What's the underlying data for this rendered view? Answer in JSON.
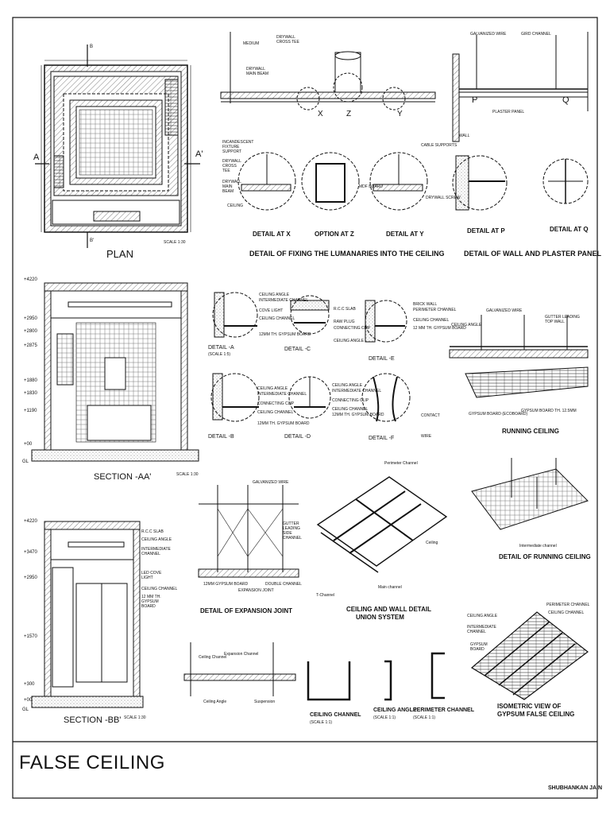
{
  "title_block": {
    "title": "FALSE CEILING",
    "author": "SHUBHANKAN JAIN"
  },
  "plan": {
    "title": "PLAN",
    "scale": "SCALE 1:30",
    "section_a": "A",
    "section_a_prime": "A'",
    "section_b": "B",
    "section_b_prime": "B'"
  },
  "fixing_detail": {
    "labels": {
      "medium": "MEDIUM",
      "drywall_cross_tee": "DRYWALL CROSS TEE",
      "drywall_main_beam": "DRYWALL MAIN BEAM",
      "marker_x": "X",
      "marker_z": "Z",
      "marker_y": "Y",
      "incandescent": "INCANDESCENT FIXTURE SUPPORT",
      "drywall_cross_tee_small": "DRYWALL CROSS TEE",
      "drywall_main_beam_small": "DRYWALL MAIN BEAM",
      "ceiling": "CEILING",
      "cable_supports": "CABLE SUPPORTS",
      "mdf_board": "MDF BOARD",
      "drywall_screw": "DRYWALL SCREW"
    },
    "detail_x": "DETAIL AT X",
    "option_z": "OPTION AT Z",
    "detail_y": "DETAIL AT Y",
    "caption": "DETAIL OF FIXING THE LUMANARIES INTO THE CEILING"
  },
  "wall_panel": {
    "labels": {
      "galvanized_wire": "GALVANIZED WIRE",
      "gird_channel": "GIRD CHANNEL",
      "plaster_panel": "PLASTER PANEL",
      "wall": "WALL",
      "p": "P",
      "q": "Q"
    },
    "detail_p": "DETAIL AT P",
    "detail_q": "DETAIL AT Q",
    "caption": "DETAIL OF WALL AND PLASTER PANEL"
  },
  "section_aa": {
    "title": "SECTION -AA'",
    "scale": "SCALE 1:30",
    "levels": [
      "+4220",
      "+2950",
      "+2800",
      "+2875",
      "+1880",
      "+1830",
      "+1190",
      "+00"
    ],
    "gl": "GL"
  },
  "details_abcd": {
    "detail_a": "DETAIL -A",
    "detail_b": "DETAIL -B",
    "detail_c": "DETAIL -C",
    "detail_d": "DETAIL -D",
    "detail_e": "DETAIL -E",
    "detail_f": "DETAIL -F",
    "scale_note": "(SCALE 1:5)",
    "labels_a": [
      "CEILING ANGLE",
      "INTERMEDIATE CHANNEL",
      "COVE LIGHT",
      "CEILING CHANNEL",
      "12MM TH. GYPSUM BOARD"
    ],
    "labels_c": [
      "R.C.C SLAB",
      "RAW PLUG",
      "CONNECTING CLIP",
      "CEILING ANGLE"
    ],
    "labels_b": [
      "CEILING ANGLE",
      "INTERMEDIATE CHANNEL",
      "CONNECTING CLIP",
      "CEILING CHANNEL",
      "12MM TH. GYPSUM BOARD"
    ],
    "labels_d": [
      "CEILING ANGLE",
      "INTERMEDIATE CHANNEL",
      "CONNECTING CLIP",
      "CEILING CHANNEL",
      "12MM TH. GYPSUM BOARD"
    ],
    "labels_e": [
      "BRICK WALL",
      "PERIMETER CHANNEL",
      "CEILING CHANNEL",
      "12 MM TH. GYPSUM BOARD"
    ],
    "labels_f": [
      "CONTACT",
      "WIRE"
    ]
  },
  "running_ceiling": {
    "caption": "RUNNING CEILING",
    "labels": [
      "CEILING ANGLE",
      "GALVANIZED WIRE",
      "GUTTER LEADING TOP WALL",
      "GYPSUM BOARD (ECOBOARD)",
      "GYPSUM BOARD TH. 12.5MM"
    ]
  },
  "section_bb": {
    "title": "SECTION -BB'",
    "scale": "SCALE 1:30",
    "levels": [
      "+4220",
      "+3470",
      "+2950",
      "+1570",
      "+300",
      "+00"
    ],
    "gl": "GL",
    "callouts": [
      "R.C.C SLAB",
      "CEILING ANGLE",
      "INTERMEDIATE CHANNEL",
      "LED COVE LIGHT",
      "CEILING CHANNEL",
      "12 MM TH. GYPSUM BOARD"
    ]
  },
  "expansion_joint": {
    "caption": "DETAIL OF EXPANSION JOINT",
    "labels": [
      "GALVANIZED WIRE",
      "GUTTER LEADING SIDE CHANNEL",
      "12MM GYPSUM BOARD",
      "EXPANSION JOINT",
      "DOUBLE CHANNEL"
    ]
  },
  "union_system": {
    "caption_line1": "CEILING AND WALL DETAIL",
    "caption_line2": "UNION SYSTEM",
    "labels": [
      "Perimeter Channel",
      "Ceiling",
      "Main channel",
      "T-Channel"
    ]
  },
  "running_ceiling_detail": {
    "caption": "DETAIL OF RUNNING CEILING",
    "labels": [
      "Intermediate channel"
    ]
  },
  "profiles": {
    "ceiling_channel": "CEILING CHANNEL",
    "ceiling_angle": "CEILING ANGLE",
    "perimeter_channel": "PERIMETER CHANNEL",
    "scale": "(SCALE 1:1)",
    "labels": [
      "Ceiling Channel",
      "Expansion Channel",
      "Ceiling Angle",
      "Suspension"
    ]
  },
  "isometric": {
    "caption_line1": "ISOMETRIC VIEW OF",
    "caption_line2": "GYPSUM FALSE CEILING",
    "labels": [
      "CEILING ANGLE",
      "INTERMEDIATE CHANNEL",
      "GYPSUM BOARD",
      "PERIMETER CHANNEL",
      "CEILING CHANNEL"
    ]
  }
}
